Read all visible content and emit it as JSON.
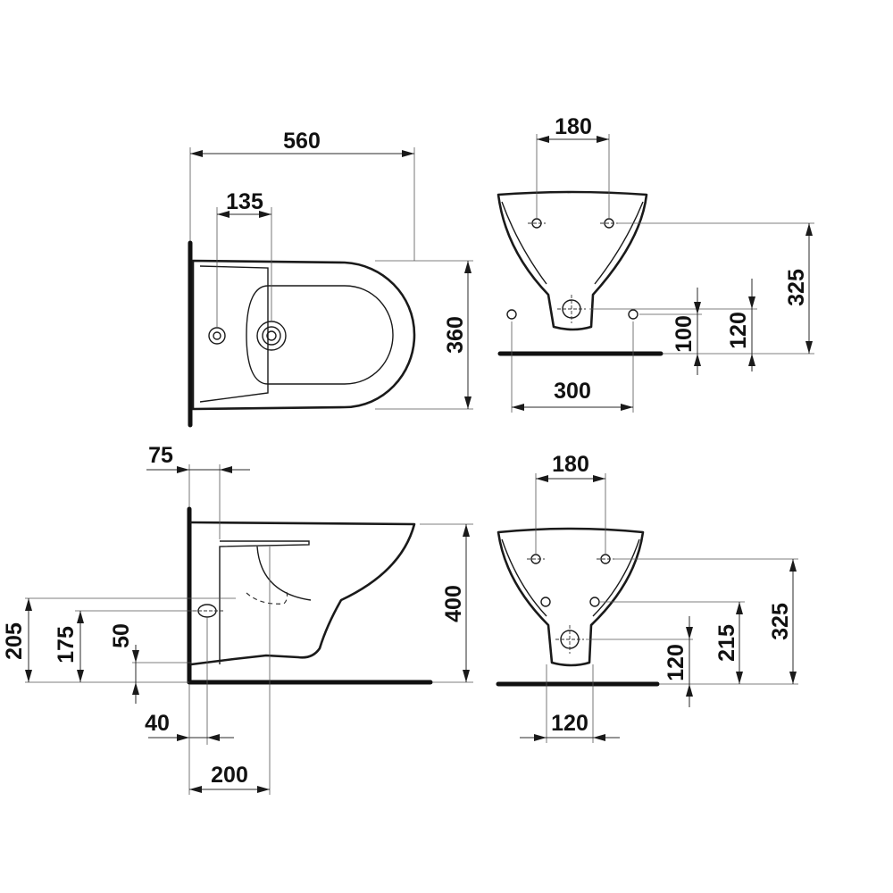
{
  "top_view": {
    "overall_length": "560",
    "tap_hole_offset": "135",
    "overall_width": "360"
  },
  "front_view_top": {
    "bolt_spacing": "180",
    "bolt_height": "325",
    "waste_height": "120",
    "floor_bolt_height": "100",
    "floor_bolt_spacing": "300"
  },
  "side_view": {
    "wall_offset": "75",
    "supply_height": "205",
    "inlet_height": "175",
    "waste_height": "50",
    "rim_height": "400",
    "waste_offset": "40",
    "outlet_offset": "200"
  },
  "front_view_bottom": {
    "bolt_spacing": "180",
    "bolt_height": "325",
    "inlet_height": "215",
    "waste_height": "120",
    "waste_width": "120"
  }
}
